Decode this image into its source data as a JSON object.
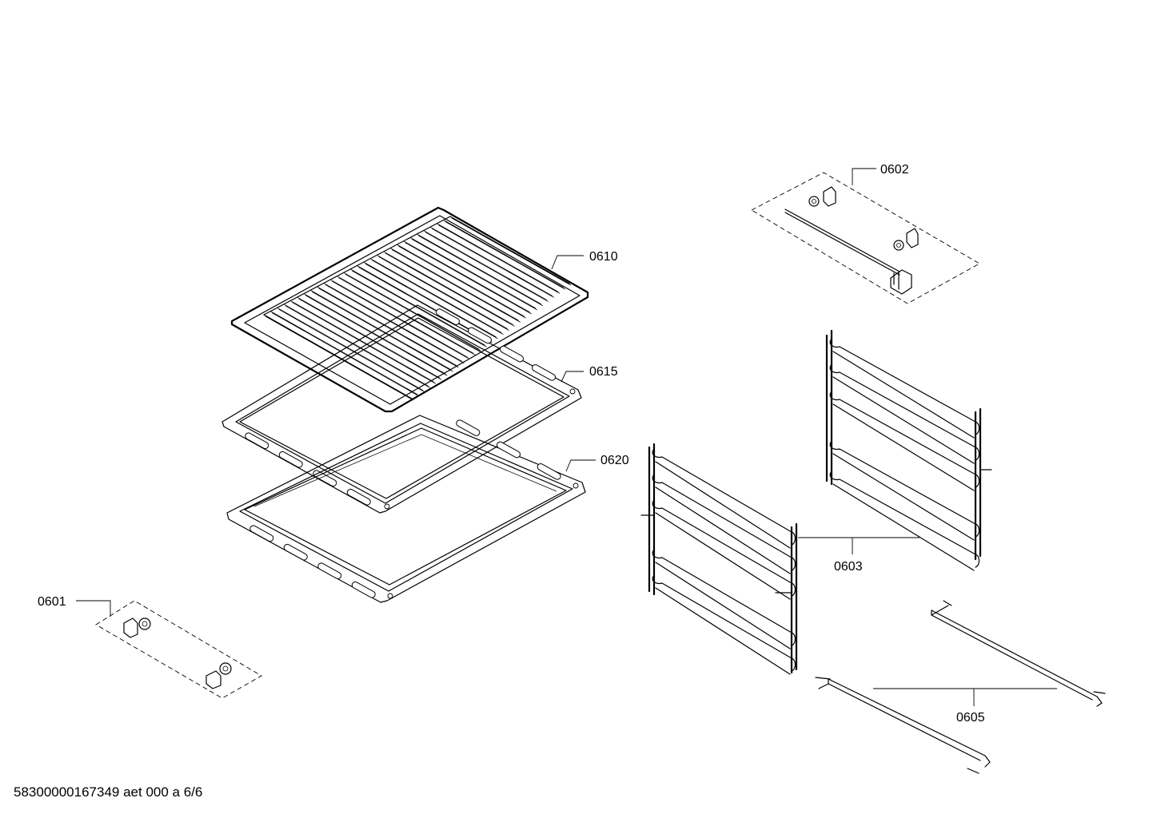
{
  "labels": {
    "p0602": "0602",
    "p0610": "0610",
    "p0615": "0615",
    "p0620": "0620",
    "p0603": "0603",
    "p0601": "0601",
    "p0605": "0605"
  },
  "footer": "58300000167349 aet 000 a 6/6"
}
